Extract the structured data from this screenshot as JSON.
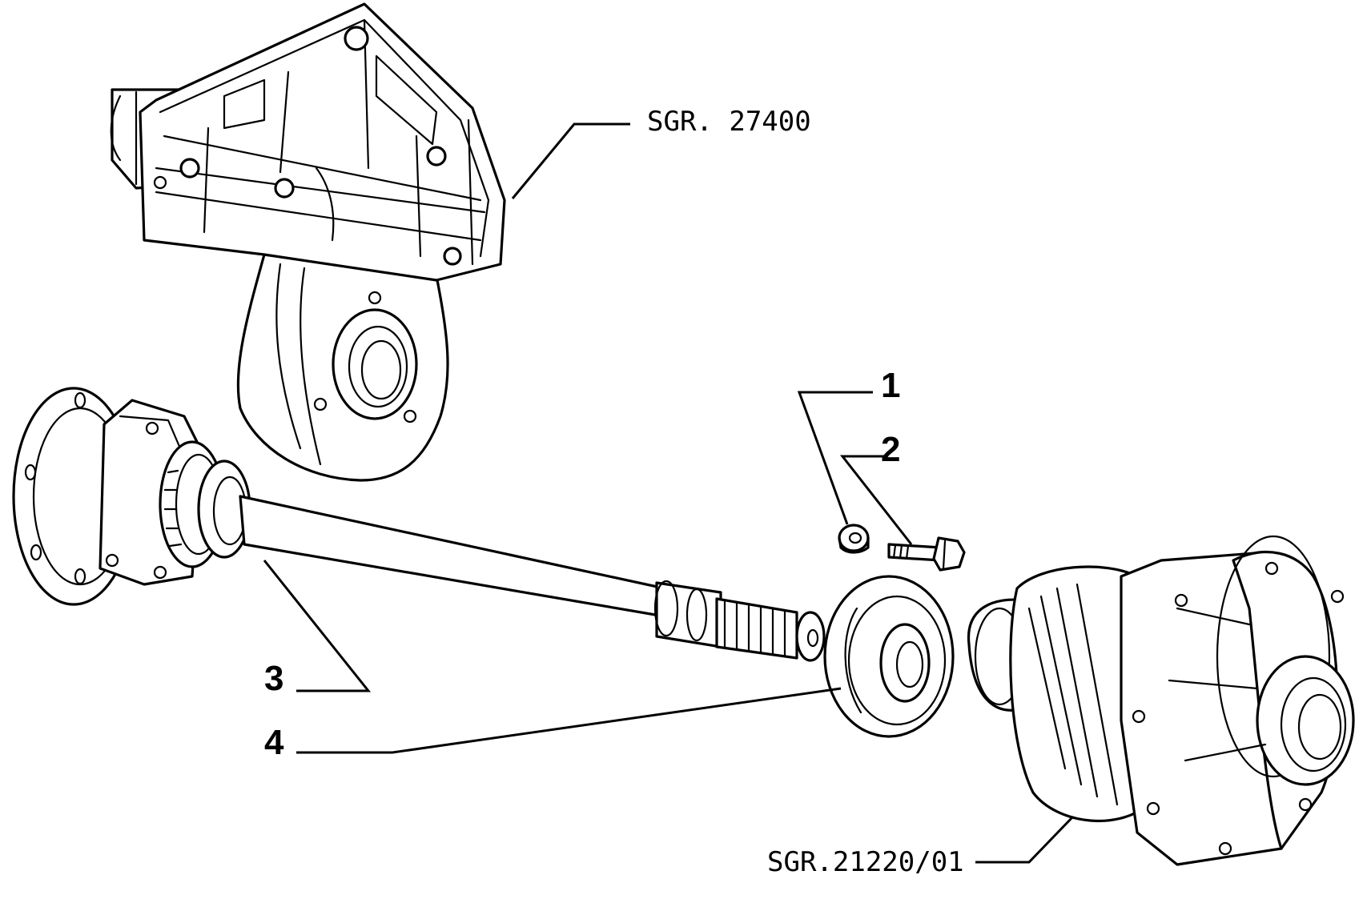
{
  "labels": {
    "ref_upper": "SGR. 27400",
    "ref_lower": "SGR.21220/01",
    "item_1": "1",
    "item_2": "2",
    "item_3": "3",
    "item_4": "4"
  },
  "parts": [
    {
      "id": "support-bracket",
      "ref": "SGR. 27400"
    },
    {
      "id": "differential-housing",
      "ref": "SGR.21220/01"
    },
    {
      "id": "washer",
      "item": "1"
    },
    {
      "id": "bolt",
      "item": "2"
    },
    {
      "id": "axle-shaft",
      "item": "3"
    },
    {
      "id": "oil-seal",
      "item": "4"
    }
  ]
}
